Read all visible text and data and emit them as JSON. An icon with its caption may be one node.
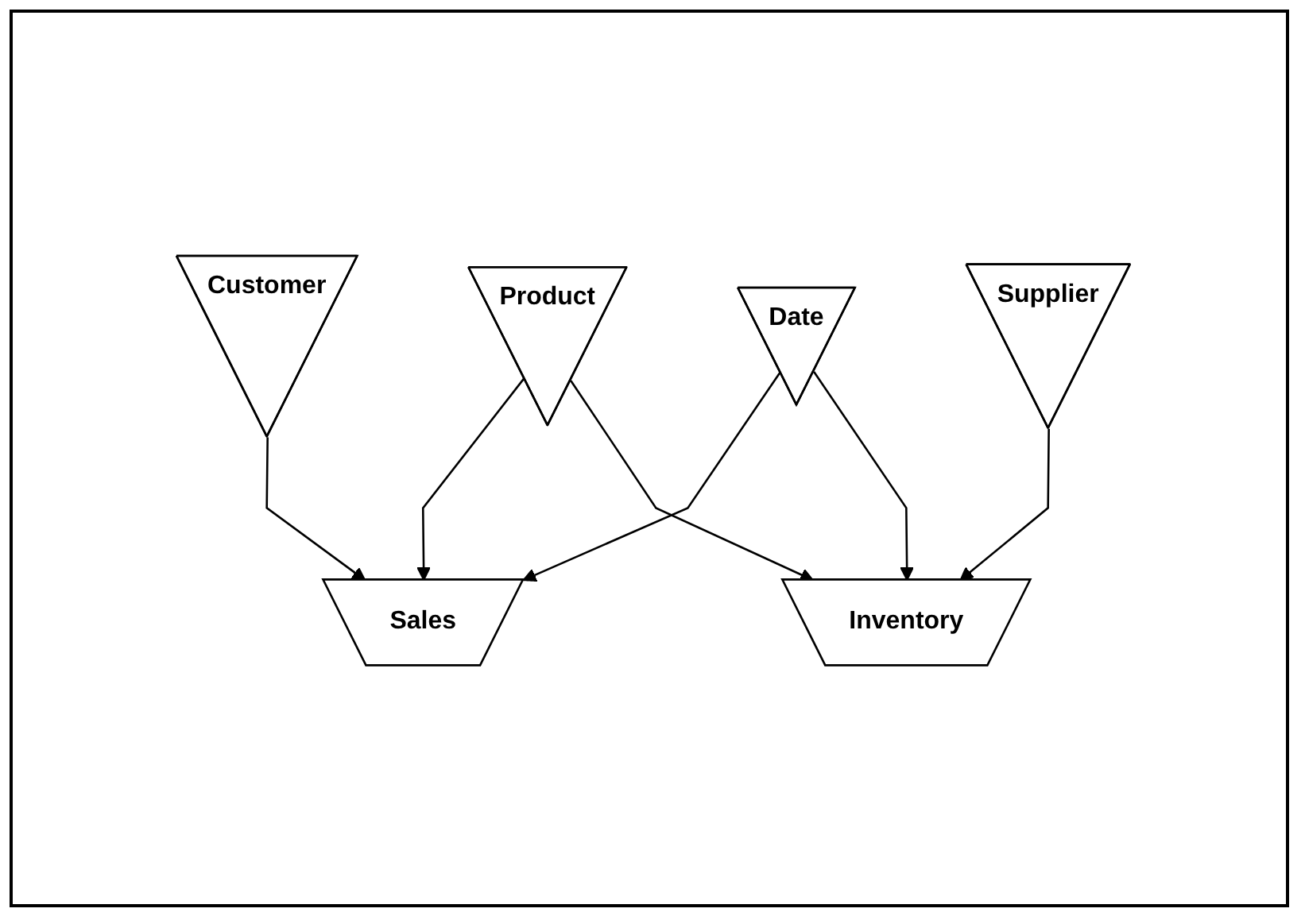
{
  "diagram": {
    "nodes": [
      {
        "text": [
          "Customer"
        ]
      },
      {
        "text": [
          "Product"
        ]
      },
      {
        "text": [
          "Supplier"
        ]
      },
      {
        "text": [
          "Sales"
        ]
      },
      {
        "text": [
          "Date"
        ]
      },
      {
        "text": [
          "Inventory"
        ]
      }
    ],
    "edges": [
      {
        "from": 0,
        "to": 3,
        "arrow": "to"
      },
      {
        "from": 1,
        "to": 3,
        "arrow": "to"
      },
      {
        "from": 1,
        "to": 5,
        "arrow": "to"
      },
      {
        "from": 2,
        "to": 5,
        "arrow": "to"
      },
      {
        "from": 4,
        "to": 3,
        "arrow": "to"
      },
      {
        "from": 4,
        "to": 5,
        "arrow": "to"
      }
    ]
  }
}
